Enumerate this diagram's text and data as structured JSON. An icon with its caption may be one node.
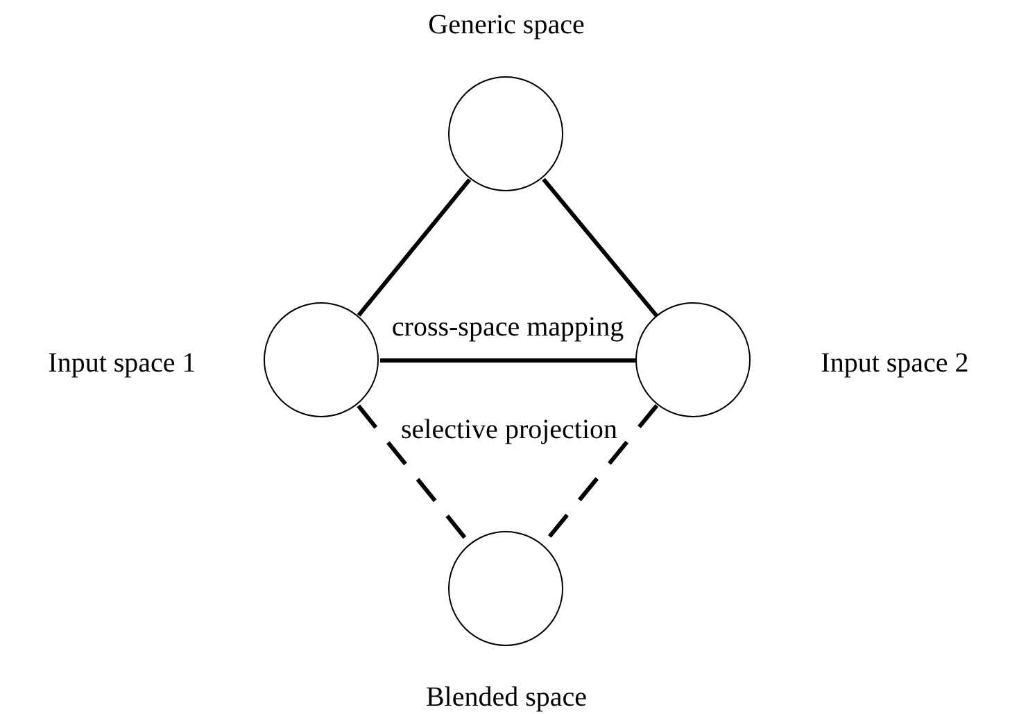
{
  "diagram": {
    "nodes": [
      {
        "text": [],
        "shape": "circle",
        "beside": [
          "Generic space"
        ]
      },
      {
        "text": [],
        "shape": "circle",
        "beside": [
          "Input space 1"
        ]
      },
      {
        "text": [],
        "shape": "circle",
        "beside": [
          "Input space 2"
        ]
      },
      {
        "text": [],
        "shape": "circle",
        "beside": [
          "Blended space"
        ]
      }
    ],
    "edges": [
      {
        "from": 0,
        "to": 1,
        "arrow": "none"
      },
      {
        "from": 0,
        "to": 2,
        "arrow": "none"
      },
      {
        "from": 1,
        "to": 2,
        "arrow": "none",
        "label": "cross-space mapping"
      },
      {
        "from": 1,
        "to": 3,
        "arrow": "none",
        "style": "dashed"
      },
      {
        "from": 2,
        "to": 3,
        "arrow": "none",
        "style": "dashed"
      }
    ],
    "labels": [
      "selective projection"
    ]
  }
}
